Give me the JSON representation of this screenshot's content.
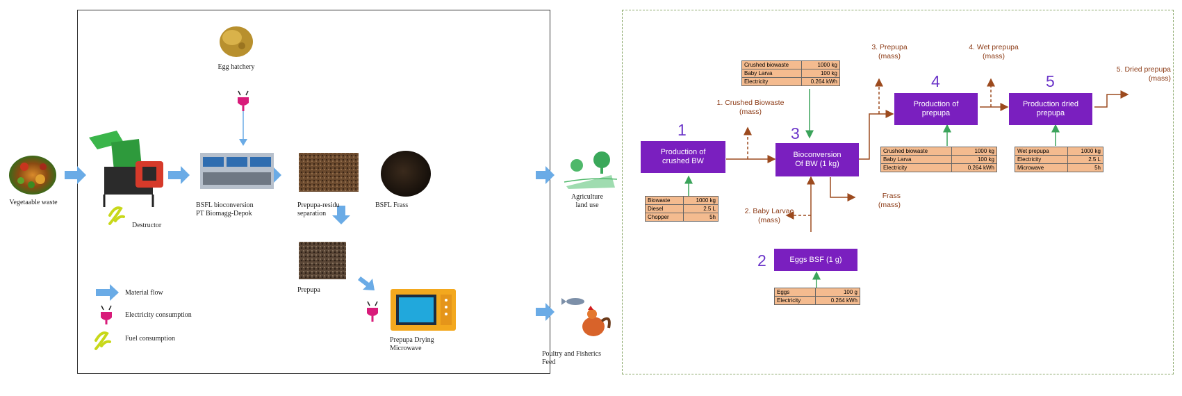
{
  "left_panel": {
    "vegetable_waste": "Vegetaable waste",
    "destructor": "Destructor",
    "egg_hatchery": "Egg hatchery",
    "bioconversion": [
      "BSFL bioconversion",
      "PT Biomagg-Depok"
    ],
    "separation": [
      "Prepupa-residu",
      "separation"
    ],
    "frass": "BSFL Frass",
    "prepupa": "Prepupa",
    "drying": [
      "Prepupa Drying",
      "Microwave"
    ],
    "agriculture": [
      "Agriculture",
      "land use"
    ],
    "feed": [
      "Poultry and Fisherics",
      "Feed"
    ],
    "legend": {
      "material_flow": "Material flow",
      "electricity": "Electricity consumption",
      "fuel": "Fuel consumption"
    }
  },
  "right_panel": {
    "processes": [
      {
        "number": "1",
        "label": [
          "Production of",
          "crushed BW"
        ]
      },
      {
        "number": "2",
        "label": [
          "Eggs BSF (1 g)"
        ]
      },
      {
        "number": "3",
        "label": [
          "Bioconversion",
          "Of BW (1 kg)"
        ]
      },
      {
        "number": "4",
        "label": [
          "Production of",
          "prepupa"
        ]
      },
      {
        "number": "5",
        "label": [
          "Production dried",
          "prepupa"
        ]
      }
    ],
    "flows": {
      "crushed_biowaste": [
        "1. Crushed Biowaste",
        "(mass)"
      ],
      "baby_larvae": [
        "2. Baby Larvae",
        "(mass)"
      ],
      "prepupa": [
        "3. Prepupa",
        "(mass)"
      ],
      "wet_prepupa": [
        "4. Wet  prepupa",
        "(mass)"
      ],
      "dried_prepupa": [
        "5. Dried prepupa",
        "(mass)"
      ],
      "frass": [
        "Frass",
        "(mass)"
      ]
    },
    "tables": {
      "t1": [
        [
          "Biowaste",
          "1000 kg"
        ],
        [
          "Diesel",
          "2.5 L"
        ],
        [
          "Chopper",
          "5h"
        ]
      ],
      "t2": [
        [
          "Eggs",
          "100 g"
        ],
        [
          "Electricity",
          "0.264 kWh"
        ]
      ],
      "t3": [
        [
          "Crushed biowaste",
          "1000 kg"
        ],
        [
          "Baby Larva",
          "100 kg"
        ],
        [
          "Electricity",
          "0.264 kWh"
        ]
      ],
      "t4": [
        [
          "Crushed biowaste",
          "1000 kg"
        ],
        [
          "Baby Larva",
          "100 kg"
        ],
        [
          "Electricity",
          "0.264 kWh"
        ]
      ],
      "t5": [
        [
          "Wet prepupa",
          "1000 kg"
        ],
        [
          "Electricity",
          "2.5 L"
        ],
        [
          "Microwave",
          "5h"
        ]
      ]
    }
  },
  "colors": {
    "process_box": "#7a1fbf",
    "number": "#6b35c9",
    "table_fill": "#f4bb8f",
    "flow_arrow": "#9c4a1e",
    "input_arrow": "#3aa35a",
    "material_arrow": "#6aabe6",
    "frame_dashed": "#8aa86a"
  }
}
